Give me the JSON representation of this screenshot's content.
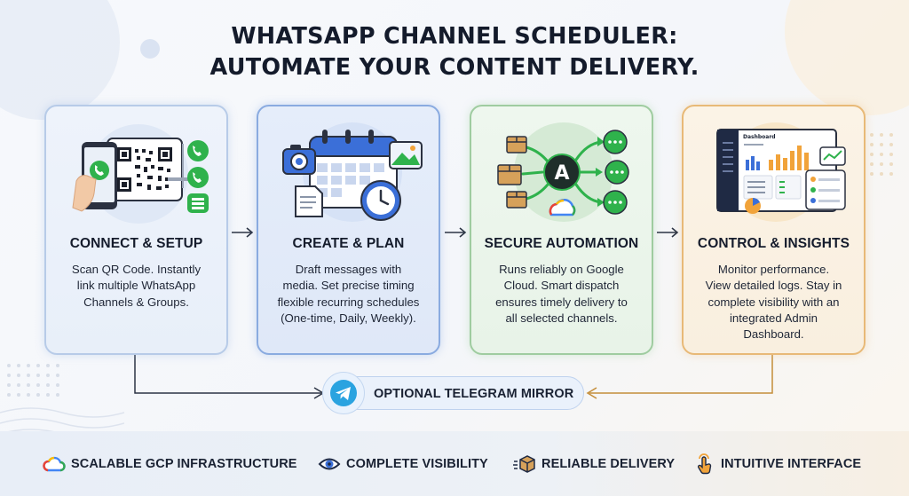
{
  "title": {
    "line1": "WHATSAPP CHANNEL SCHEDULER:",
    "line2": "AUTOMATE YOUR CONTENT DELIVERY."
  },
  "steps": [
    {
      "heading": "CONNECT & SETUP",
      "body": [
        "Scan QR Code. Instantly",
        "link multiple WhatsApp",
        "Channels & Groups."
      ],
      "accent": "#b7cbe8"
    },
    {
      "heading": "CREATE & PLAN",
      "body": [
        "Draft messages with",
        "media. Set precise timing",
        "flexible recurring schedules",
        "(One-time, Daily, Weekly)."
      ],
      "accent": "#8aabe0"
    },
    {
      "heading": "SECURE AUTOMATION",
      "body": [
        "Runs reliably on Google",
        "Cloud. Smart dispatch",
        "ensures timely delivery to",
        "all selected channels."
      ],
      "accent": "#9fcca0"
    },
    {
      "heading": "CONTROL & INSIGHTS",
      "body": [
        "Monitor performance.",
        "View detailed logs. Stay in",
        "complete visibility with an",
        "integrated Admin",
        "Dashboard."
      ],
      "accent": "#e8b977"
    }
  ],
  "dashboard_mock": {
    "title": "Dashboard"
  },
  "telegram": {
    "label": "OPTIONAL TELEGRAM MIRROR",
    "icon": "telegram-icon"
  },
  "features": [
    {
      "label": "SCALABLE GCP INFRASTRUCTURE",
      "icon": "google-cloud-icon"
    },
    {
      "label": "COMPLETE VISIBILITY",
      "icon": "eye-icon"
    },
    {
      "label": "RELIABLE DELIVERY",
      "icon": "package-icon"
    },
    {
      "label": "INTUITIVE INTERFACE",
      "icon": "tap-hand-icon"
    }
  ],
  "colors": {
    "whatsapp_green": "#2fb24c",
    "blue_accent": "#3b6fd8",
    "orange_accent": "#f1a33a",
    "title": "#141b2b"
  }
}
